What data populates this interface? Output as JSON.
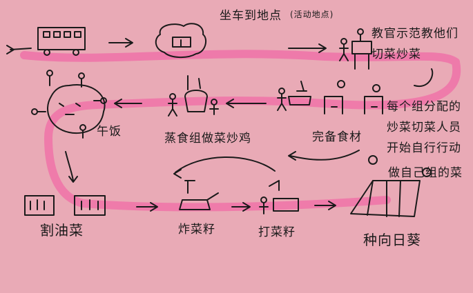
{
  "steps": {
    "get_on_bus": "坐车到地点",
    "activity_note": "(活动地点)",
    "teacher_demo": "教官示范教他们切菜炒菜",
    "assign": "每个组分配的炒菜切菜人员开始自行行动",
    "each_group": "做自己组的菜",
    "prepare": "完备食材",
    "cook": "蒸食组做菜炒鸡",
    "lunch": "午饭",
    "harvest": "割油菜",
    "fry": "炸菜籽",
    "thresh": "打菜籽",
    "sow": "种向日葵"
  },
  "colors": {
    "background": "#e9aab6",
    "flow_line": "#f06fa8",
    "ink": "#1a1a1a"
  }
}
